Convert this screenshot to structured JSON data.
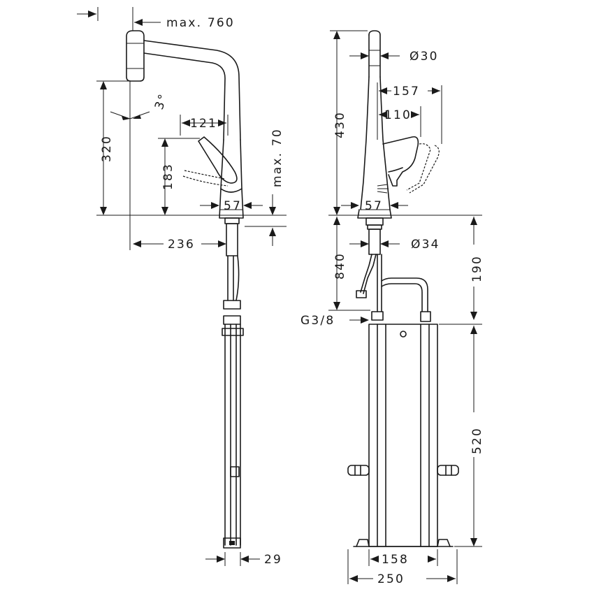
{
  "side_view": {
    "max_reach": "max. 760",
    "height_320": "320",
    "tilt": "3°",
    "lever_121": "121",
    "lever_183": "183",
    "max_70": "max. 70",
    "base_57": "57",
    "offset_236": "236",
    "hose_29": "29"
  },
  "front_view": {
    "diameter_30": "Ø30",
    "height_430": "430",
    "reach_157": "157",
    "reach_110": "110",
    "base_57": "57",
    "diameter_34": "Ø34",
    "depth_840": "840",
    "depth_190": "190",
    "thread_g38": "G3/8",
    "box_520": "520",
    "box_158": "158",
    "box_250": "250"
  }
}
